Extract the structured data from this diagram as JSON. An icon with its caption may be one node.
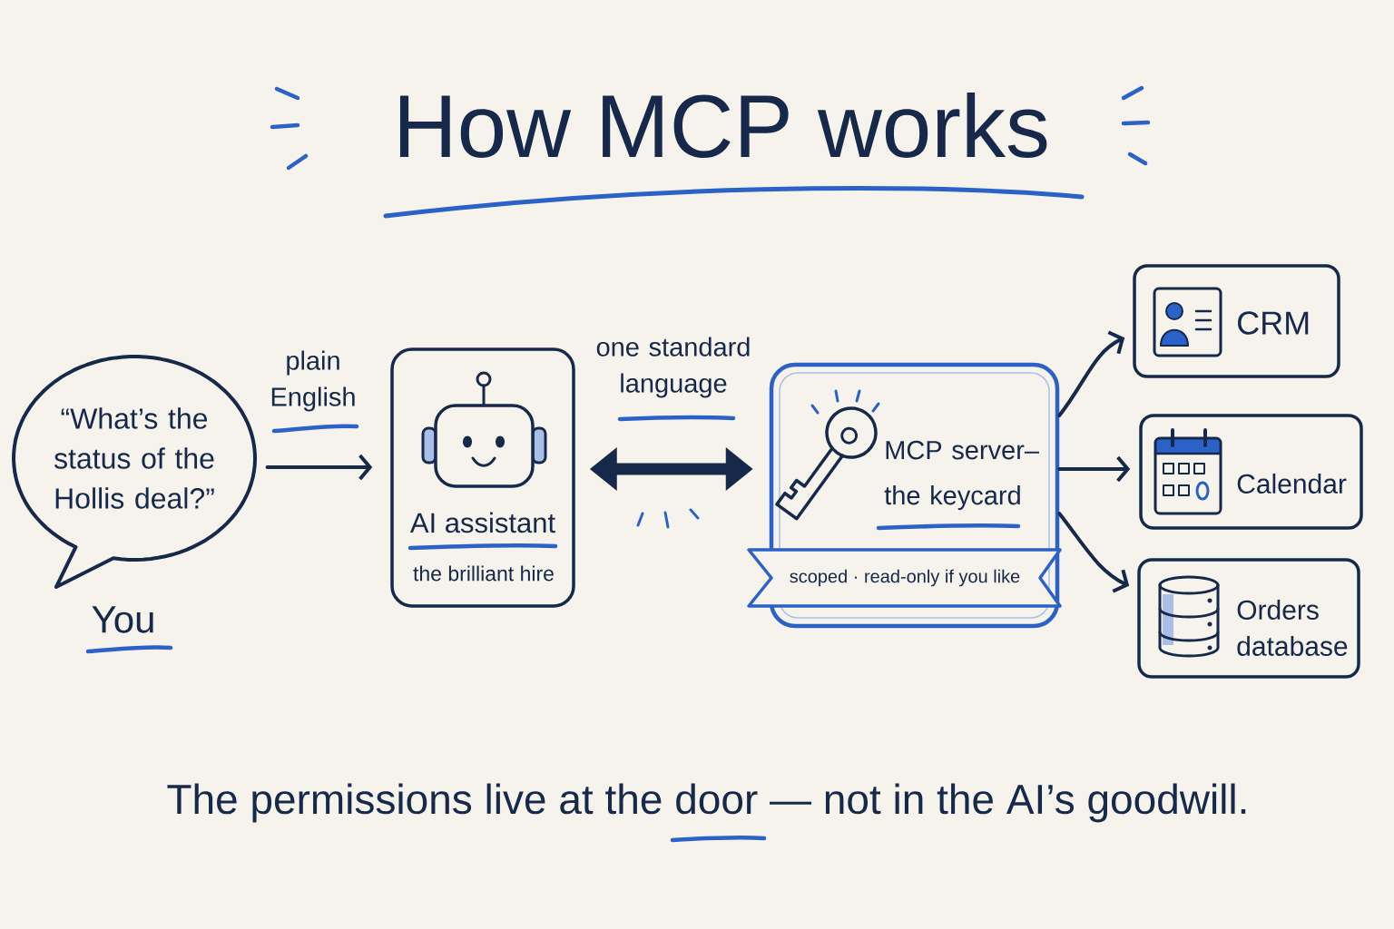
{
  "diagram": {
    "title": "How MCP works",
    "caption": "The permissions live at the door — not in the AI’s goodwill.",
    "nodes": [
      {
        "text": [
          "“What’s the status of the Hollis deal?”"
        ],
        "beside": [
          "You"
        ]
      },
      {
        "text": [
          "AI assistant",
          "the brilliant hire"
        ]
      },
      {
        "text": [
          "MCP server– the keycard",
          "scoped · read-only if you like"
        ]
      },
      {
        "text": [
          "CRM"
        ]
      },
      {
        "text": [
          "Calendar"
        ]
      },
      {
        "text": [
          "Orders database"
        ]
      }
    ],
    "edges": [
      {
        "from": 0,
        "to": 1,
        "arrow": "to",
        "label": "plain English"
      },
      {
        "from": 1,
        "to": 2,
        "arrow": "both",
        "label": "one standard language",
        "style": "thick"
      },
      {
        "from": 2,
        "to": 3,
        "arrow": "to"
      },
      {
        "from": 2,
        "to": 4,
        "arrow": "to"
      },
      {
        "from": 2,
        "to": 5,
        "arrow": "to"
      }
    ]
  }
}
